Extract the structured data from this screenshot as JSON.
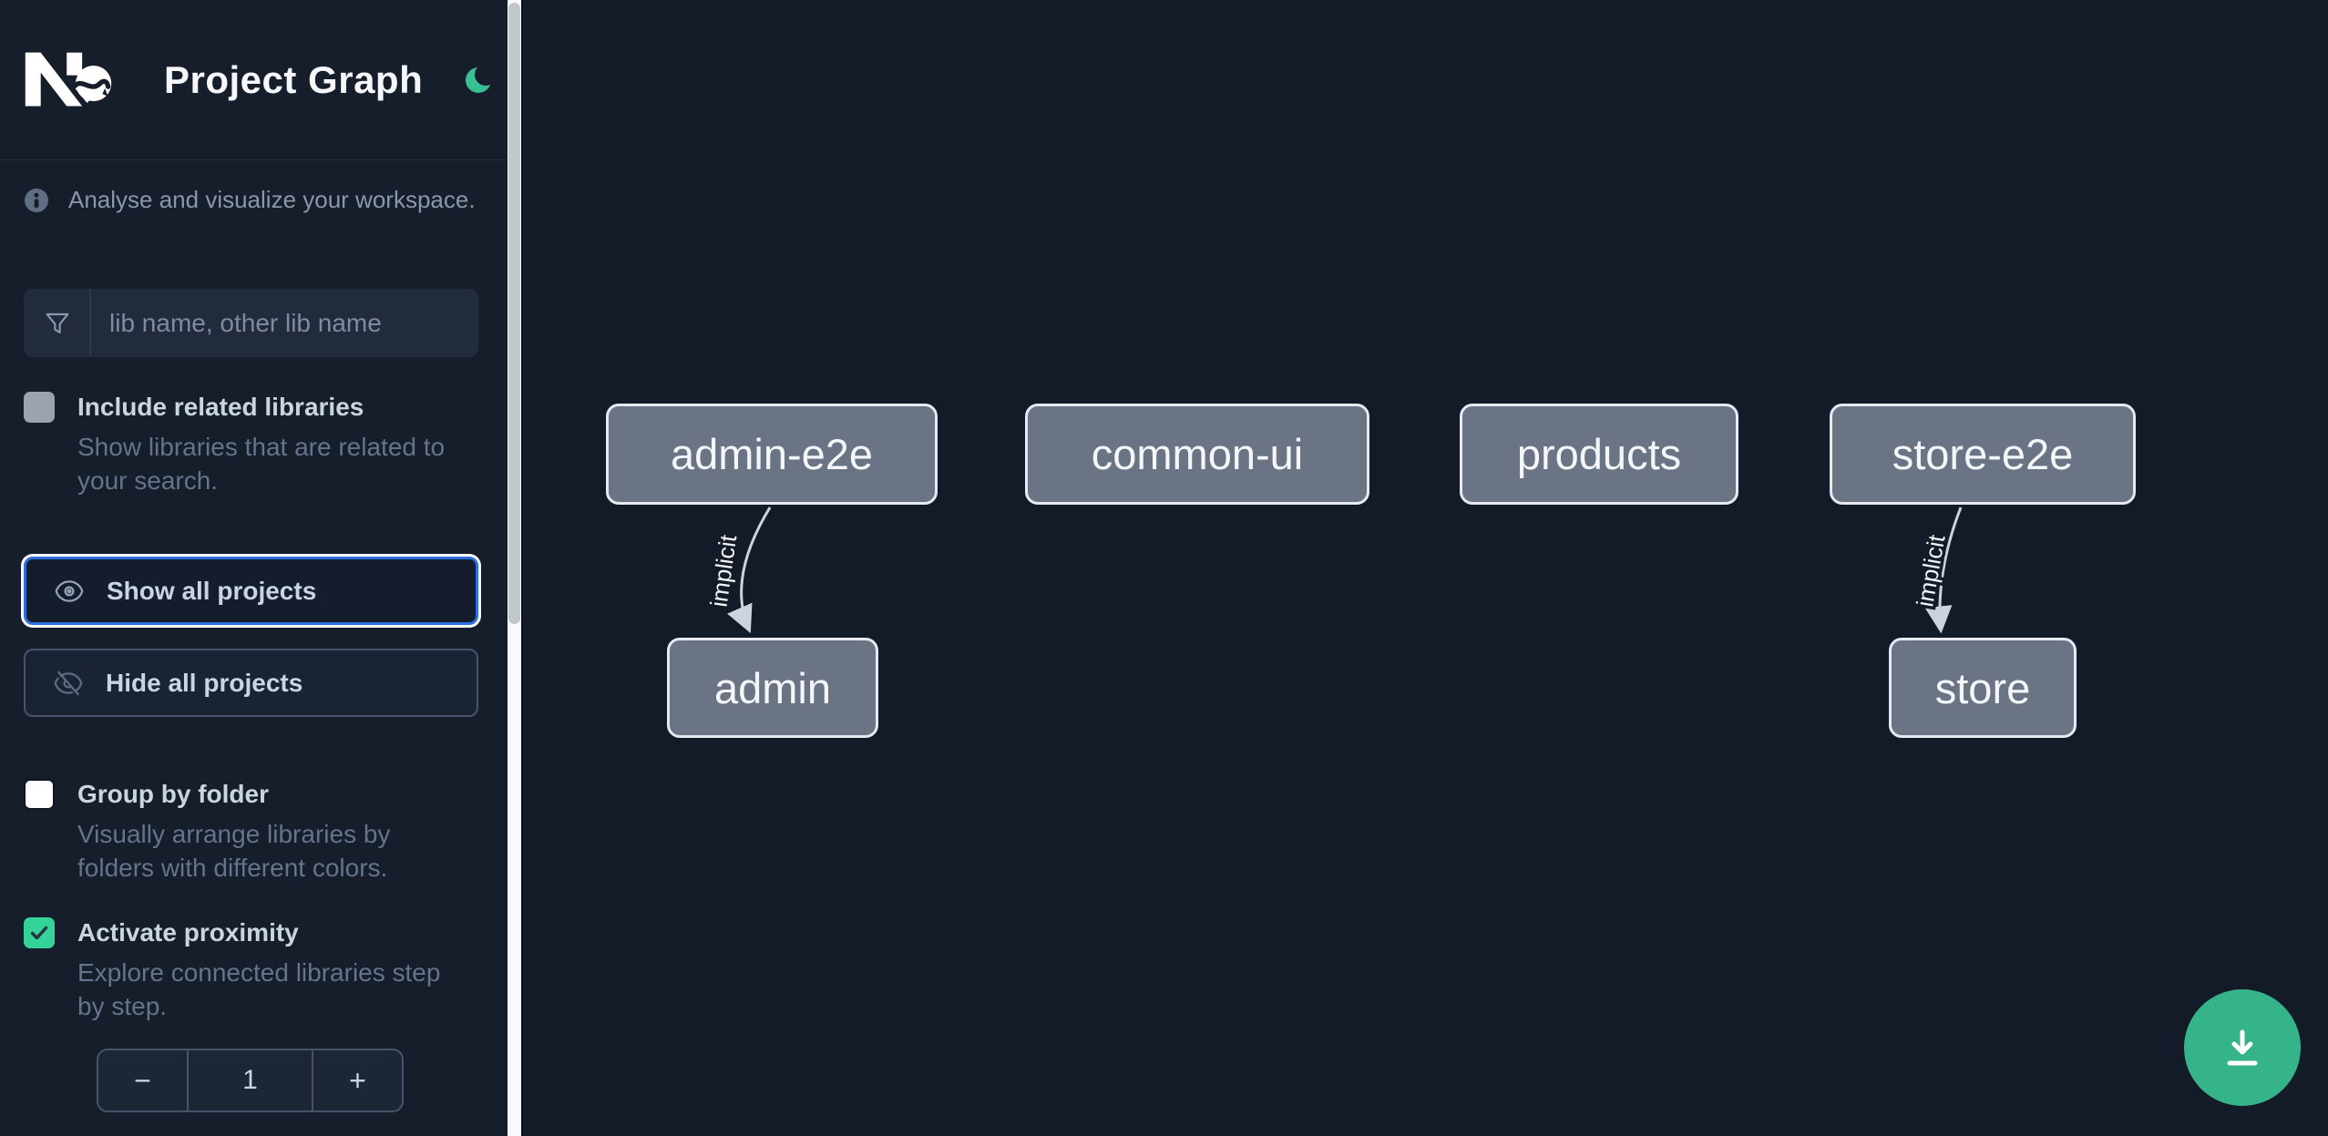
{
  "header": {
    "app_title": "Project Graph"
  },
  "intro": {
    "text": "Analyse and visualize your workspace."
  },
  "filter": {
    "placeholder": "lib name, other lib name",
    "value": ""
  },
  "controls": {
    "include_related": {
      "label": "Include related libraries",
      "description": "Show libraries that are related to your search.",
      "checked": false
    },
    "show_all": {
      "label": "Show all projects"
    },
    "hide_all": {
      "label": "Hide all projects"
    },
    "group_by_folder": {
      "label": "Group by folder",
      "description": "Visually arrange libraries by folders with different colors.",
      "checked": false
    },
    "activate_proximity": {
      "label": "Activate proximity",
      "description": "Explore connected libraries step by step.",
      "checked": true
    },
    "proximity_depth": {
      "decrement_label": "−",
      "value": "1",
      "increment_label": "+"
    }
  },
  "graph": {
    "nodes": [
      {
        "label": "admin-e2e"
      },
      {
        "label": "common-ui"
      },
      {
        "label": "products"
      },
      {
        "label": "store-e2e"
      },
      {
        "label": "admin"
      },
      {
        "label": "store"
      }
    ],
    "edges": [
      {
        "from": "admin-e2e",
        "to": "admin",
        "label": "implicit"
      },
      {
        "from": "store-e2e",
        "to": "store",
        "label": "implicit"
      }
    ]
  },
  "colors": {
    "sidebar_bg": "#161d2b",
    "canvas_bg": "#141b28",
    "accent_focus_blue": "#2e6fe0",
    "checkbox_checked_green": "#34d399",
    "moon_teal": "#38bf93",
    "fab_green": "#35b489",
    "node_fill": "#6b7485",
    "node_border": "#e6eaf0",
    "edge": "#ccd3dd"
  }
}
